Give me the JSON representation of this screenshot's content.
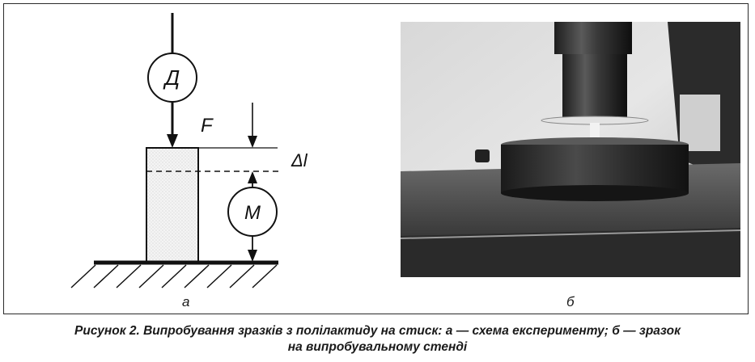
{
  "figure": {
    "scheme": {
      "dynamometer_label": "Д",
      "force_label": "F",
      "deformation_label": "Δl",
      "gauge_label": "М"
    },
    "panel_labels": {
      "a": "а",
      "b": "б"
    },
    "caption": {
      "line1": "Рисунок 2. Випробування зразків з полілактиду на стиск: а — схема експерименту; б — зразок",
      "line2": "на випробувальному стенді"
    }
  }
}
